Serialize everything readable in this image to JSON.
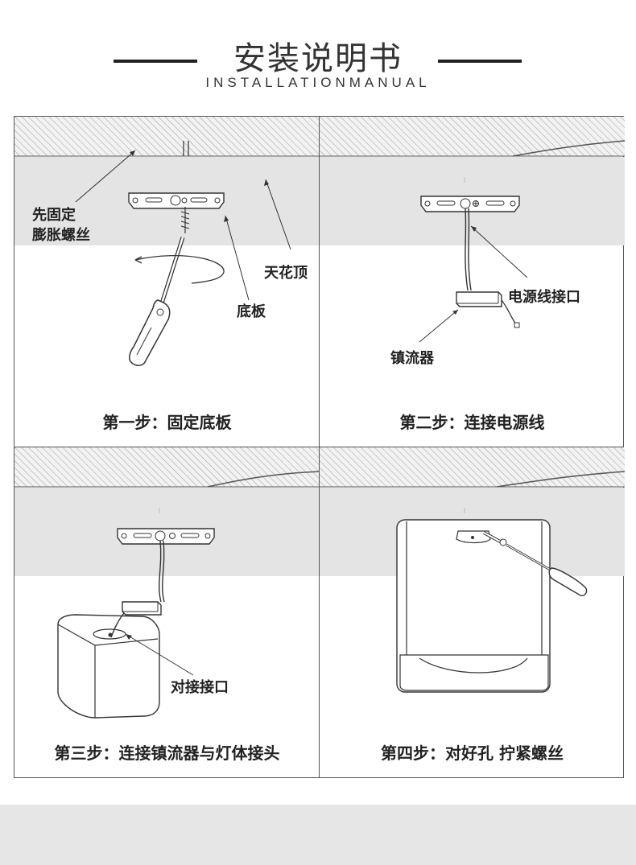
{
  "header": {
    "title": "安装说明书",
    "subtitle": "INSTALLATIONMANUAL"
  },
  "steps": [
    {
      "caption": "第一步：固定底板",
      "labels": {
        "anchor": "先固定\n膨胀螺丝",
        "ceiling": "天花顶",
        "base": "底板"
      }
    },
    {
      "caption": "第二步：连接电源线",
      "labels": {
        "power": "电源线接口",
        "ballast": "镇流器"
      }
    },
    {
      "caption": "第三步：连接镇流器与灯体接头",
      "labels": {
        "joint": "对接接口"
      }
    },
    {
      "caption": "第四步：对好孔 拧紧螺丝",
      "labels": {}
    }
  ],
  "colors": {
    "hatch_bg": "#ececec",
    "ceiling_band": "#e4e4e4",
    "line": "#333333"
  }
}
